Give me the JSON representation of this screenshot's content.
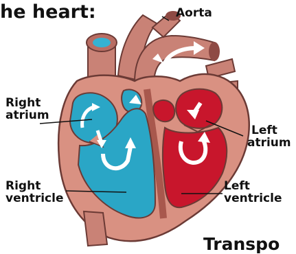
{
  "title_fragment": "he heart:",
  "bottom_fragment": "Transpo",
  "labels": {
    "aorta": "Aorta",
    "right_atrium": [
      "Right",
      "atrium"
    ],
    "left_atrium": [
      "Left",
      "atrium"
    ],
    "right_ventricle": [
      "Right",
      "ventricle"
    ],
    "left_ventricle": [
      "Left",
      "ventricle"
    ]
  },
  "colors": {
    "vessel_wall": "#c98276",
    "vessel_dark": "#8e4a44",
    "heart_wall": "#d99182",
    "heart_shadow": "#a8584d",
    "deoxygenated": "#2aa6c6",
    "oxygenated": "#c8162c",
    "arrow": "#ffffff",
    "ink": "#111111"
  }
}
